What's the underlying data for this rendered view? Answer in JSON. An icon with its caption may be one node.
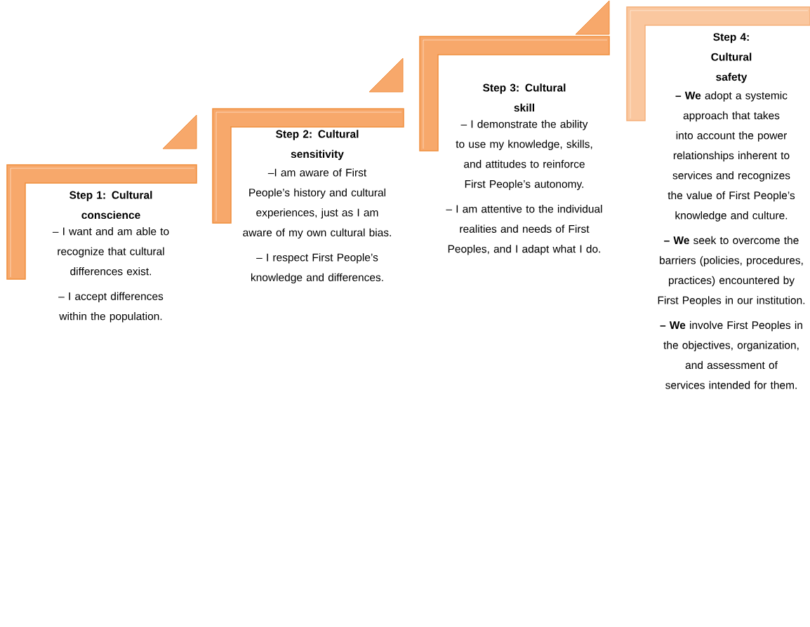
{
  "diagram": {
    "nodes": [
      {
        "text": [
          "Step 1: Cultural conscience",
          "– I want and am able to recognize that cultural differences exist.",
          "– I accept differences within the population."
        ]
      },
      {
        "text": [
          "Step 2: Cultural sensitivity",
          "–I am aware of First People’s history and cultural experiences, just as I am aware of my own cultural bias.",
          "– I respect First People’s knowledge and differences."
        ]
      },
      {
        "text": [
          "Step 3: Cultural skill",
          "– I demonstrate the ability to use my knowledge, skills, and attitudes to reinforce First People’s autonomy.",
          "– I am attentive to the individual realities and needs of First Peoples, and I adapt what I do."
        ]
      },
      {
        "text": [
          "Step 4: Cultural safety",
          "**– We** adopt a systemic approach that takes into account the power relationships inherent to services and recognizes the value of First People’s knowledge and culture.",
          "**– We** seek to overcome the barriers (policies, procedures, practices) encountered by First Peoples in our institution.",
          "**– We** involve First Peoples in the objectives, organization, and assessment of services intended for them."
        ]
      }
    ]
  }
}
